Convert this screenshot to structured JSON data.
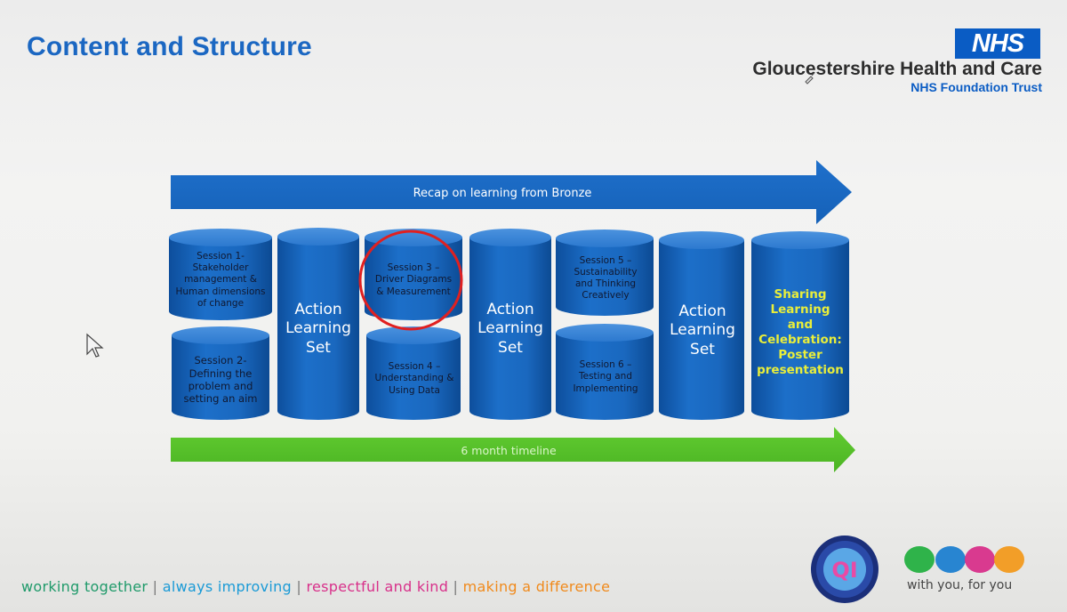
{
  "slide": {
    "title": "Content and Structure"
  },
  "header": {
    "nhs_logo": "NHS",
    "org_name": "Gloucestershire Health and Care",
    "org_subtitle": "NHS Foundation Trust"
  },
  "diagram": {
    "top_arrow_label": "Recap on learning from Bronze",
    "bottom_arrow_label": "6 month timeline",
    "top_arrow_color": "#1765c0",
    "bottom_arrow_color": "#55c22a",
    "highlight_circle_color": "#e02020",
    "columns": [
      {
        "stacked": true,
        "top": "Session 1- Stakeholder management & Human dimensions of change",
        "bottom": "Session 2- Defining the problem and setting an aim"
      },
      {
        "stacked": false,
        "label": "Action Learning Set"
      },
      {
        "stacked": true,
        "top": "Session 3 – Driver Diagrams & Measurement",
        "bottom": "Session 4 – Understanding & Using Data",
        "highlighted": "top"
      },
      {
        "stacked": false,
        "label": "Action Learning Set"
      },
      {
        "stacked": true,
        "top": "Session 5 – Sustainability and Thinking Creatively",
        "bottom": "Session 6 – Testing and Implementing"
      },
      {
        "stacked": false,
        "label": "Action Learning Set"
      },
      {
        "stacked": false,
        "label": "Sharing Learning and Celebration: Poster presentation"
      }
    ]
  },
  "footer": {
    "values": [
      {
        "text": "working together",
        "color": "#1f9a6a"
      },
      {
        "text": "always improving",
        "color": "#1a9ad6"
      },
      {
        "text": "respectful and kind",
        "color": "#d8308a"
      },
      {
        "text": "making a difference",
        "color": "#f08a1c"
      }
    ],
    "separator": "|",
    "qi_logo": "QI",
    "tagline": "with you, for you",
    "values_logo_colors": [
      "#2fb34a",
      "#1e7fd0",
      "#d8308a",
      "#f29a1e"
    ]
  }
}
